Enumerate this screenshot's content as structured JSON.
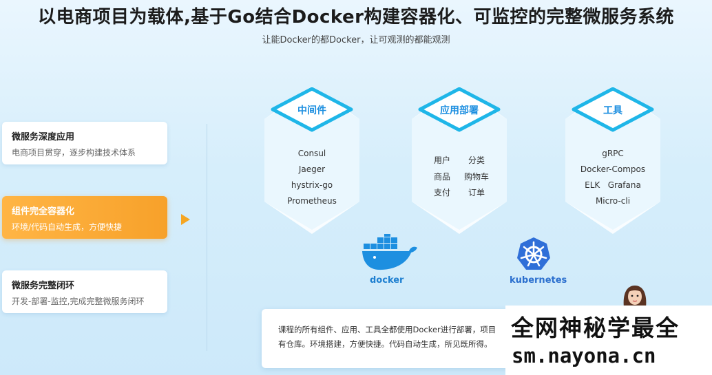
{
  "title": "以电商项目为载体,基于Go结合Docker构建容器化、可监控的完整微服务系统",
  "subtitle": "让能Docker的都Docker，让可观测的都能观测",
  "features": [
    {
      "title": "微服务深度应用",
      "desc": "电商项目贯穿，逐步构建技术体系",
      "active": false
    },
    {
      "title": "组件完全容器化",
      "desc": "环境/代码自动生成，方便快捷",
      "active": true
    },
    {
      "title": "微服务完整闭环",
      "desc": "开发-部署-监控,完成完整微服务闭环",
      "active": false
    }
  ],
  "panels": {
    "middleware": {
      "title": "中间件",
      "items": [
        "Consul",
        "Jaeger",
        "hystrix-go",
        "Prometheus"
      ]
    },
    "deploy": {
      "title": "应用部署",
      "rows": [
        [
          "用户",
          "分类"
        ],
        [
          "商品",
          "购物车"
        ],
        [
          "支付",
          "订单"
        ]
      ]
    },
    "tools": {
      "title": "工具",
      "items": [
        "gRPC",
        "Docker-Compos",
        "ELK   Grafana",
        "Micro-cli"
      ]
    }
  },
  "logos": {
    "docker": "docker",
    "kubernetes": "kubernetes"
  },
  "description": {
    "line1": "课程的所有组件、应用、工具全都使用Docker进行部署，项目",
    "line2": "有仓库。环境搭建，方便快捷。代码自动生成，所见既所得。"
  },
  "watermark": {
    "line1": "全网神秘学最全",
    "line2": "sm.nayona.cn"
  },
  "colors": {
    "accent": "#1d8fe0",
    "active": "#f7a12a",
    "hex_border": "#1fb6e8"
  }
}
